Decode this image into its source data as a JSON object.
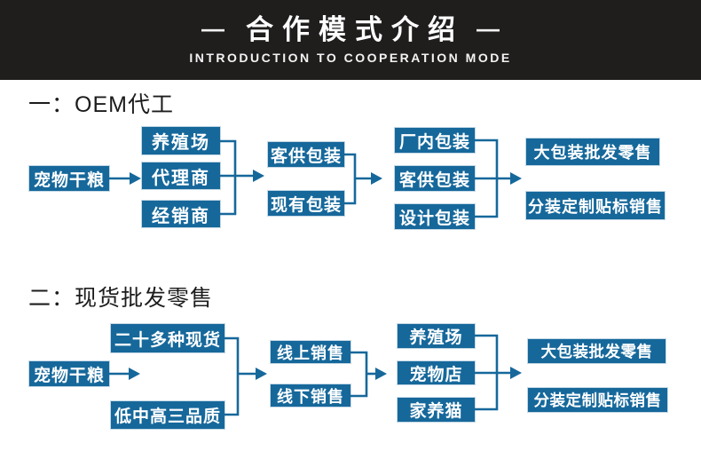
{
  "banner": {
    "dash_left": "—",
    "dash_right": "—",
    "title": "合作模式介绍",
    "subtitle": "INTRODUCTION TO COOPERATION MODE"
  },
  "colors": {
    "box_blue": "#16689b",
    "banner_black": "#201d1d",
    "text_white": "#ffffff"
  },
  "sections": [
    {
      "heading": "一：OEM代工",
      "source": "宠物干粮",
      "col2": [
        "养殖场",
        "代理商",
        "经销商"
      ],
      "col3": [
        "客供包装",
        "现有包装"
      ],
      "col4": [
        "厂内包装",
        "客供包装",
        "设计包装"
      ],
      "outcomes": [
        "大包装批发零售",
        "分装定制贴标销售"
      ]
    },
    {
      "heading": "二：现货批发零售",
      "source": "宠物干粮",
      "col2": [
        "二十多种现货",
        "低中高三品质"
      ],
      "col3": [
        "线上销售",
        "线下销售"
      ],
      "col4": [
        "养殖场",
        "宠物店",
        "家养猫"
      ],
      "outcomes": [
        "大包装批发零售",
        "分装定制贴标销售"
      ]
    }
  ]
}
